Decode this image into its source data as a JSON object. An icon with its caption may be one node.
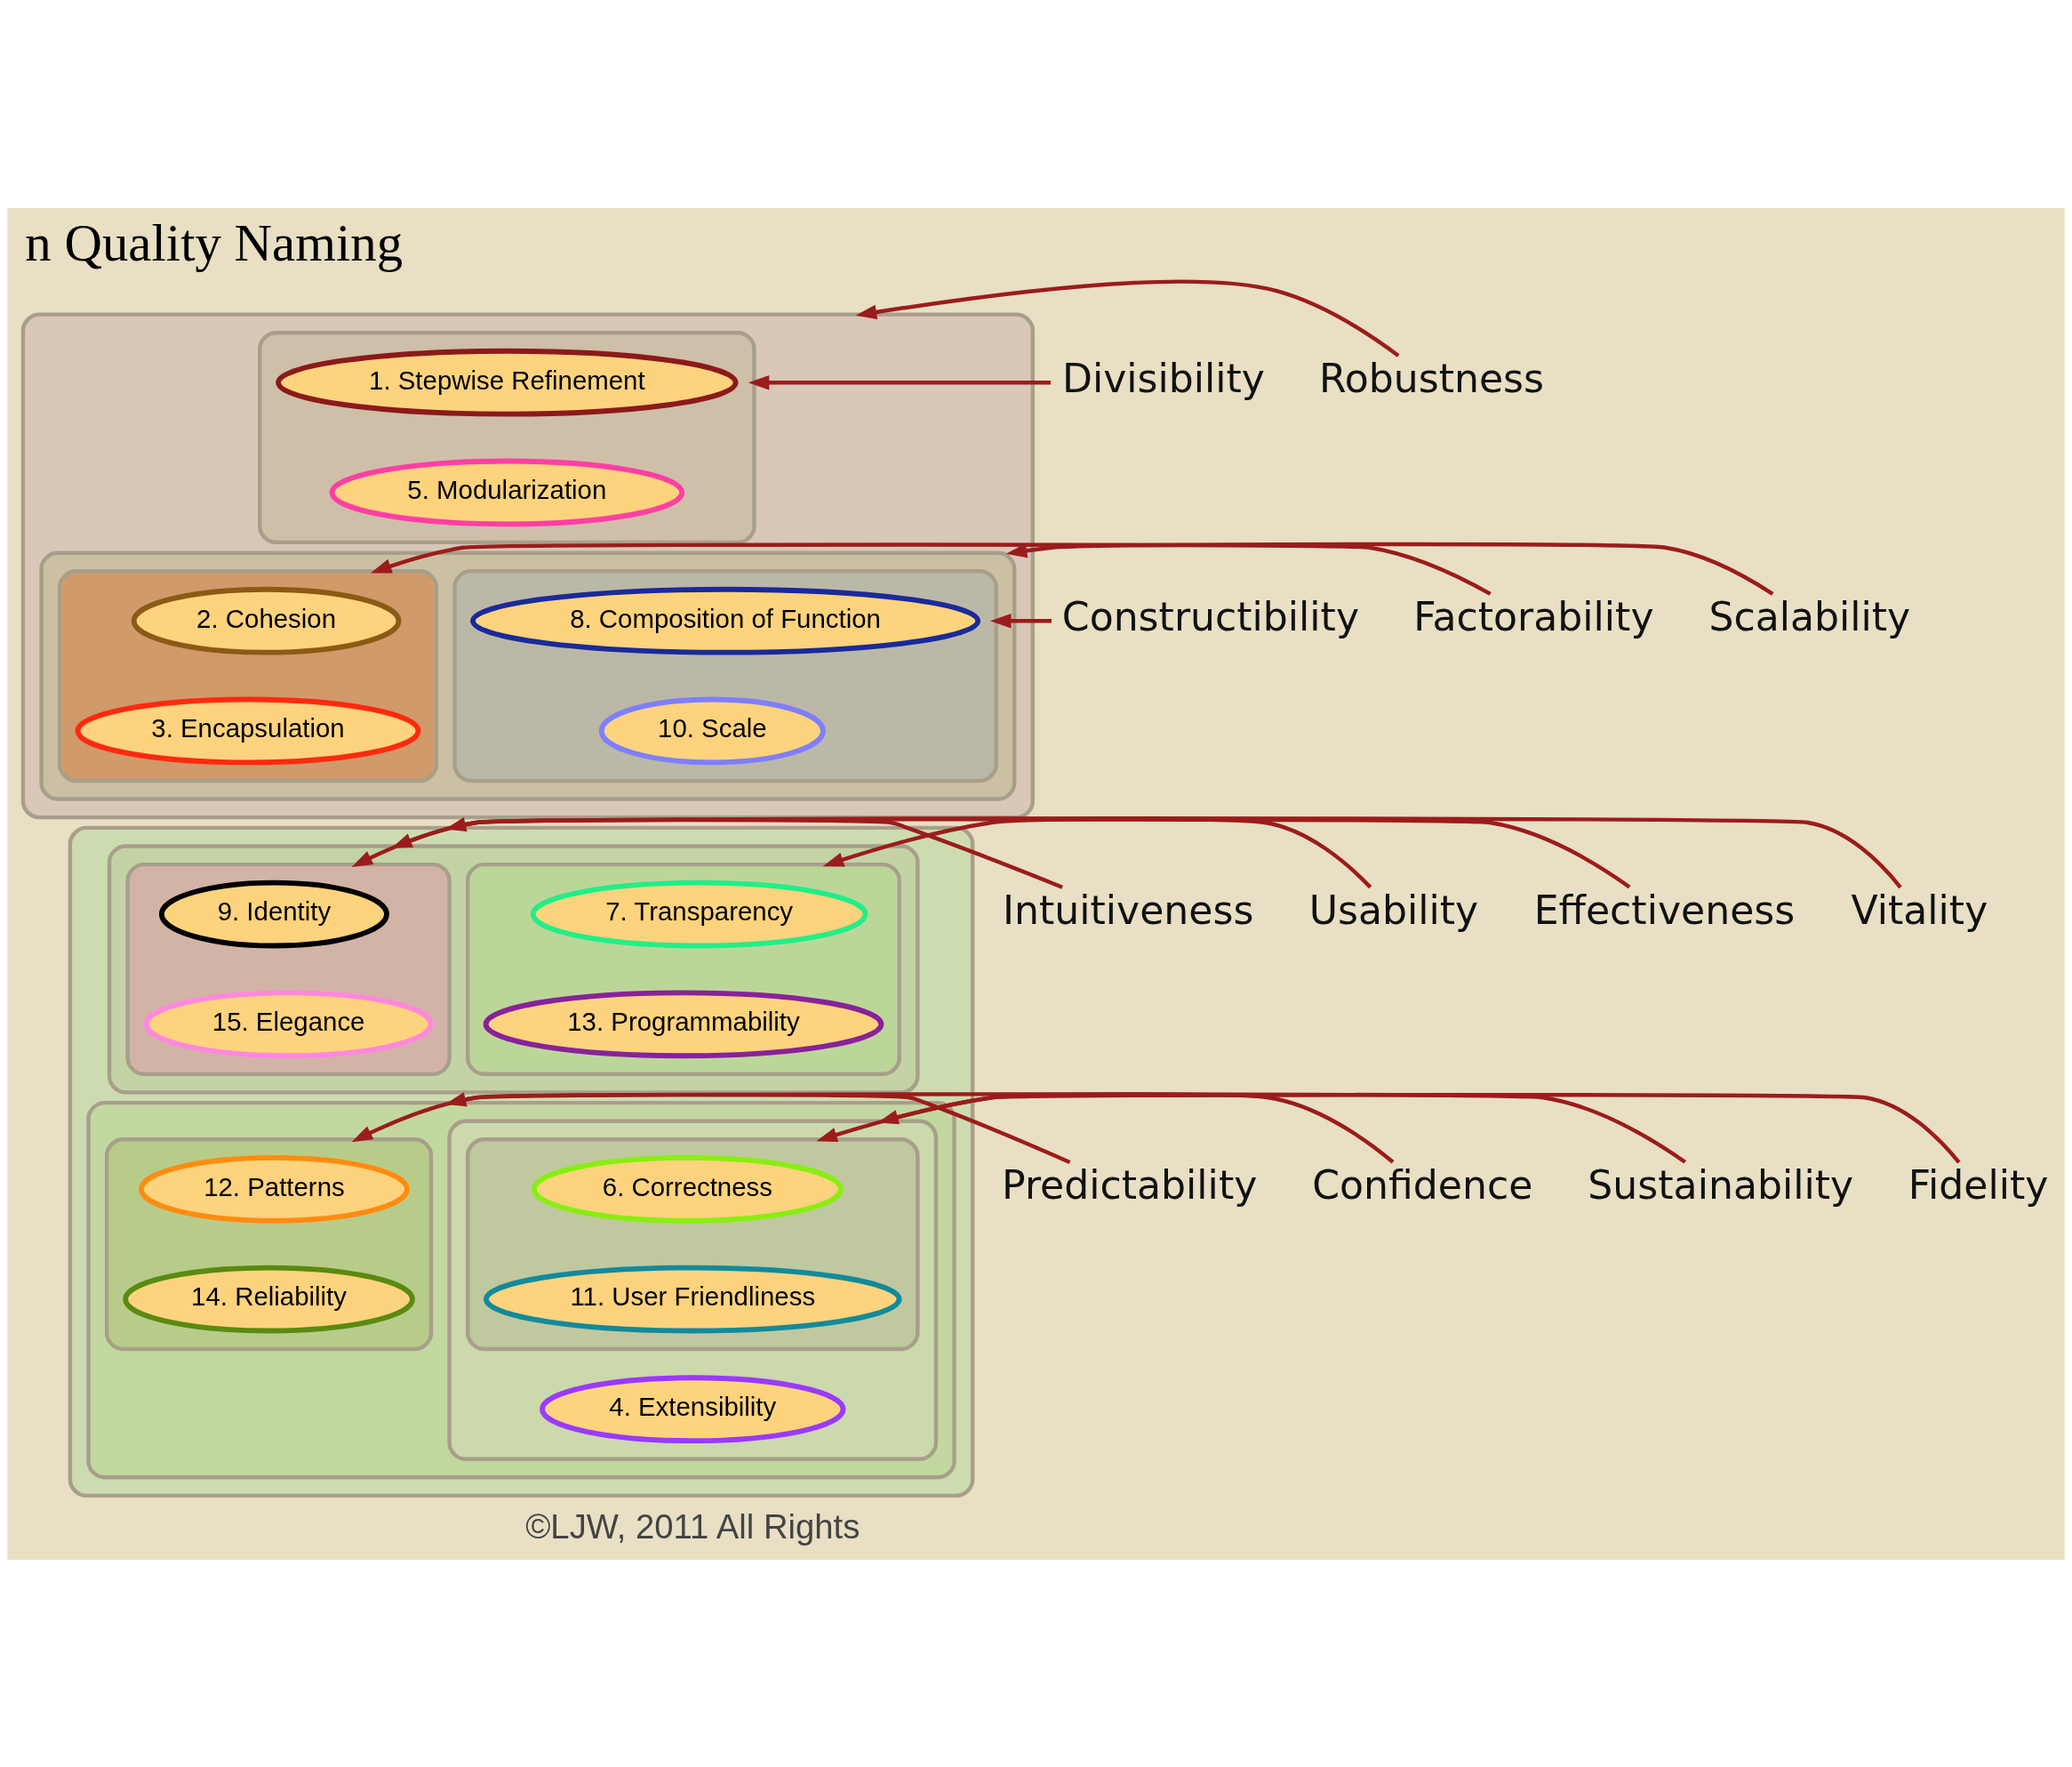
{
  "diagram": {
    "title": "n Quality Naming",
    "nodes": [
      {
        "text": [],
        "shape": "ellipse"
      },
      {
        "text": [],
        "shape": "ellipse",
        "in": 0
      },
      {
        "text": [
          "1. Stepwise Refinement"
        ],
        "in": 1
      },
      {
        "text": [
          "5. Modularization"
        ],
        "in": 1
      },
      {
        "text": [],
        "shape": "ellipse",
        "in": 0
      },
      {
        "text": [],
        "shape": "ellipse",
        "in": 4
      },
      {
        "text": [
          "8. Composition of Function"
        ],
        "in": 5
      },
      {
        "text": [
          "10. Scale"
        ],
        "in": 5
      },
      {
        "text": [],
        "shape": "ellipse",
        "in": 4
      },
      {
        "text": [
          "2. Cohesion"
        ],
        "in": 8
      },
      {
        "text": [
          "3. Encapsulation"
        ],
        "in": 8
      },
      {
        "text": [],
        "shape": "ellipse"
      },
      {
        "text": [],
        "shape": "ellipse",
        "in": 11
      },
      {
        "text": [],
        "shape": "ellipse",
        "in": 12
      },
      {
        "text": [
          "9. Identity"
        ],
        "in": 13
      },
      {
        "text": [
          "15. Elegance"
        ],
        "in": 13
      },
      {
        "text": [],
        "shape": "ellipse",
        "in": 12
      },
      {
        "text": [
          "7. Transparency"
        ],
        "in": 16
      },
      {
        "text": [
          "13. Programmability"
        ],
        "in": 16
      },
      {
        "text": [],
        "shape": "ellipse",
        "in": 11
      },
      {
        "text": [],
        "shape": "ellipse",
        "in": 19
      },
      {
        "text": [
          "12. Patterns"
        ],
        "in": 20
      },
      {
        "text": [
          "14. Reliability"
        ],
        "in": 20
      },
      {
        "text": [],
        "shape": "ellipse",
        "in": 19
      },
      {
        "text": [],
        "shape": "ellipse",
        "in": 23
      },
      {
        "text": [
          "6. Correctness"
        ],
        "in": 24
      },
      {
        "text": [
          "11. User Friendliness"
        ],
        "in": 24
      },
      {
        "text": [
          "4. Extensibility"
        ],
        "in": 23
      },
      {
        "text": [
          "Divisibility"
        ]
      },
      {
        "text": [
          "Robustness"
        ]
      },
      {
        "text": [
          "Constructibility"
        ]
      },
      {
        "text": [
          "Factorability"
        ]
      },
      {
        "text": [
          "Scalability"
        ]
      },
      {
        "text": [
          "Intuitiveness"
        ]
      },
      {
        "text": [
          "Usability"
        ]
      },
      {
        "text": [
          "Effectiveness"
        ]
      },
      {
        "text": [
          "Vitality"
        ]
      },
      {
        "text": [
          "Predictability"
        ]
      },
      {
        "text": [
          "Confidence"
        ]
      },
      {
        "text": [
          "Sustainability"
        ]
      },
      {
        "text": [
          "Fidelity"
        ]
      }
    ],
    "edges": [
      {
        "from": 28,
        "to": 1,
        "arrow": "to"
      },
      {
        "from": 29,
        "to": 0,
        "arrow": "to"
      },
      {
        "from": 30,
        "to": 5,
        "arrow": "to"
      },
      {
        "from": 31,
        "to": 8,
        "arrow": "to"
      },
      {
        "from": 32,
        "to": 4,
        "arrow": "to"
      },
      {
        "from": 33,
        "to": 13,
        "arrow": "to"
      },
      {
        "from": 34,
        "to": 16,
        "arrow": "to"
      },
      {
        "from": 35,
        "to": 12,
        "arrow": "to"
      },
      {
        "from": 36,
        "to": 11,
        "arrow": "to"
      },
      {
        "from": 37,
        "to": 20,
        "arrow": "to"
      },
      {
        "from": 38,
        "to": 24,
        "arrow": "to"
      },
      {
        "from": 39,
        "to": 19,
        "arrow": "to"
      },
      {
        "from": 40,
        "to": 23,
        "arrow": "to"
      }
    ],
    "labels": [
      "©LJW, 2011 All Rights"
    ]
  }
}
